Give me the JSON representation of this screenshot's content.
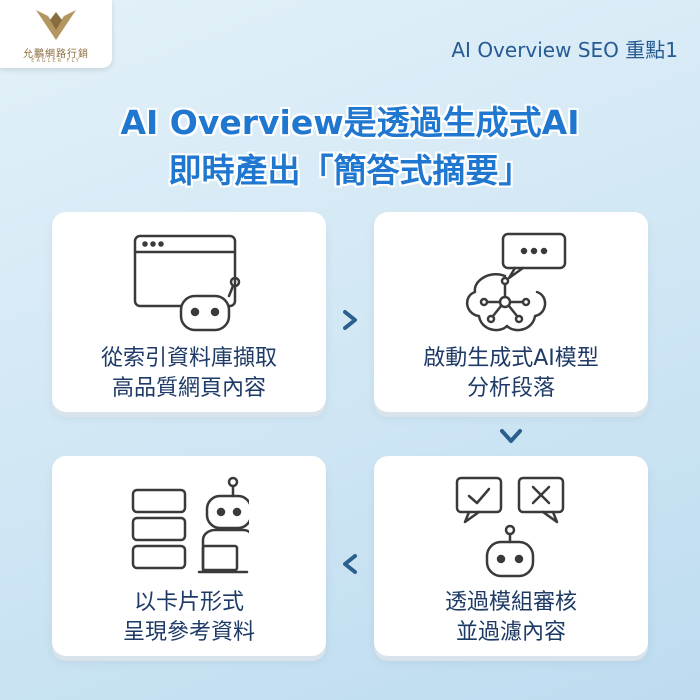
{
  "header": {
    "logo_name": "允鵬網路行銷",
    "logo_sub": "EAGLER FLY",
    "top_right_label": "AI Overview SEO 重點1"
  },
  "title": {
    "line1": "AI Overview是透過生成式AI",
    "line2": "即時產出「簡答式摘要」"
  },
  "steps": [
    {
      "line1": "從索引資料庫擷取",
      "line2": "高品質網頁內容",
      "icon": "browser-robot-icon"
    },
    {
      "line1": "啟動生成式AI模型",
      "line2": "分析段落",
      "icon": "ai-brain-icon"
    },
    {
      "line1": "透過模組審核",
      "line2": "並過濾內容",
      "icon": "robot-review-icon"
    },
    {
      "line1": "以卡片形式",
      "line2": "呈現參考資料",
      "icon": "robot-cards-icon"
    }
  ],
  "colors": {
    "title_blue": "#1f77cf",
    "text_navy": "#1e3a66",
    "arrow_blue": "#2b5f8e",
    "icon_stroke": "#3a3a3a",
    "logo_gold": "#8a6d3f"
  }
}
